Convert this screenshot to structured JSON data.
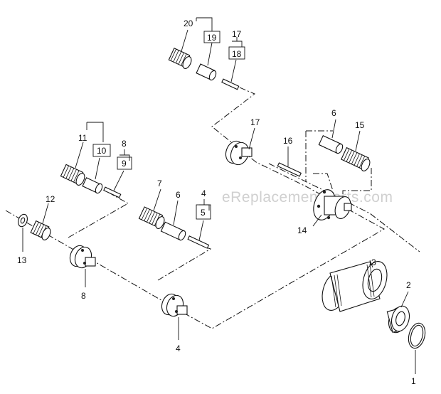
{
  "watermark": "eReplacementParts.com",
  "callouts": [
    {
      "id": "c1",
      "text": "1"
    },
    {
      "id": "c2",
      "text": "2"
    },
    {
      "id": "c3",
      "text": "3"
    },
    {
      "id": "c4a",
      "text": "4"
    },
    {
      "id": "c4b",
      "text": "4"
    },
    {
      "id": "c5",
      "text": "5"
    },
    {
      "id": "c6a",
      "text": "6"
    },
    {
      "id": "c6b",
      "text": "6"
    },
    {
      "id": "c7",
      "text": "7"
    },
    {
      "id": "c8a",
      "text": "8"
    },
    {
      "id": "c8b",
      "text": "8"
    },
    {
      "id": "c9",
      "text": "9"
    },
    {
      "id": "c10",
      "text": "10"
    },
    {
      "id": "c11",
      "text": "11"
    },
    {
      "id": "c12",
      "text": "12"
    },
    {
      "id": "c13",
      "text": "13"
    },
    {
      "id": "c14",
      "text": "14"
    },
    {
      "id": "c15",
      "text": "15"
    },
    {
      "id": "c16",
      "text": "16"
    },
    {
      "id": "c17a",
      "text": "17"
    },
    {
      "id": "c17b",
      "text": "17"
    },
    {
      "id": "c18",
      "text": "18"
    },
    {
      "id": "c19",
      "text": "19"
    },
    {
      "id": "c20",
      "text": "20"
    }
  ]
}
